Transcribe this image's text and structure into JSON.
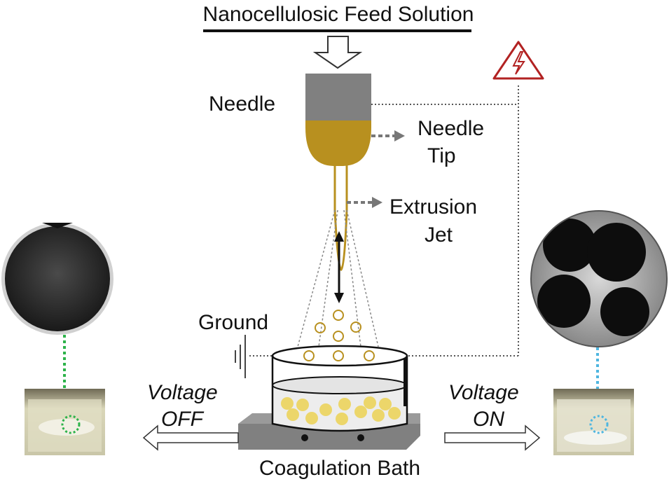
{
  "title": "Nanocellulosic Feed Solution",
  "labels": {
    "needle": "Needle",
    "needle_tip_1": "Needle",
    "needle_tip_2": "Tip",
    "extrusion_1": "Extrusion",
    "extrusion_2": "Jet",
    "ground": "Ground",
    "bath": "Coagulation Bath",
    "voltage_off_1": "Voltage",
    "voltage_off_2": "OFF",
    "voltage_on_1": "Voltage",
    "voltage_on_2": "ON"
  },
  "colors": {
    "gold": "#b8901f",
    "bead": "#ecd66a",
    "warning": "#b22222",
    "green_dots": "#2db34a",
    "blue_dots": "#4fb6e0"
  },
  "icons": [
    "high-voltage-warning-icon",
    "ground-icon"
  ]
}
